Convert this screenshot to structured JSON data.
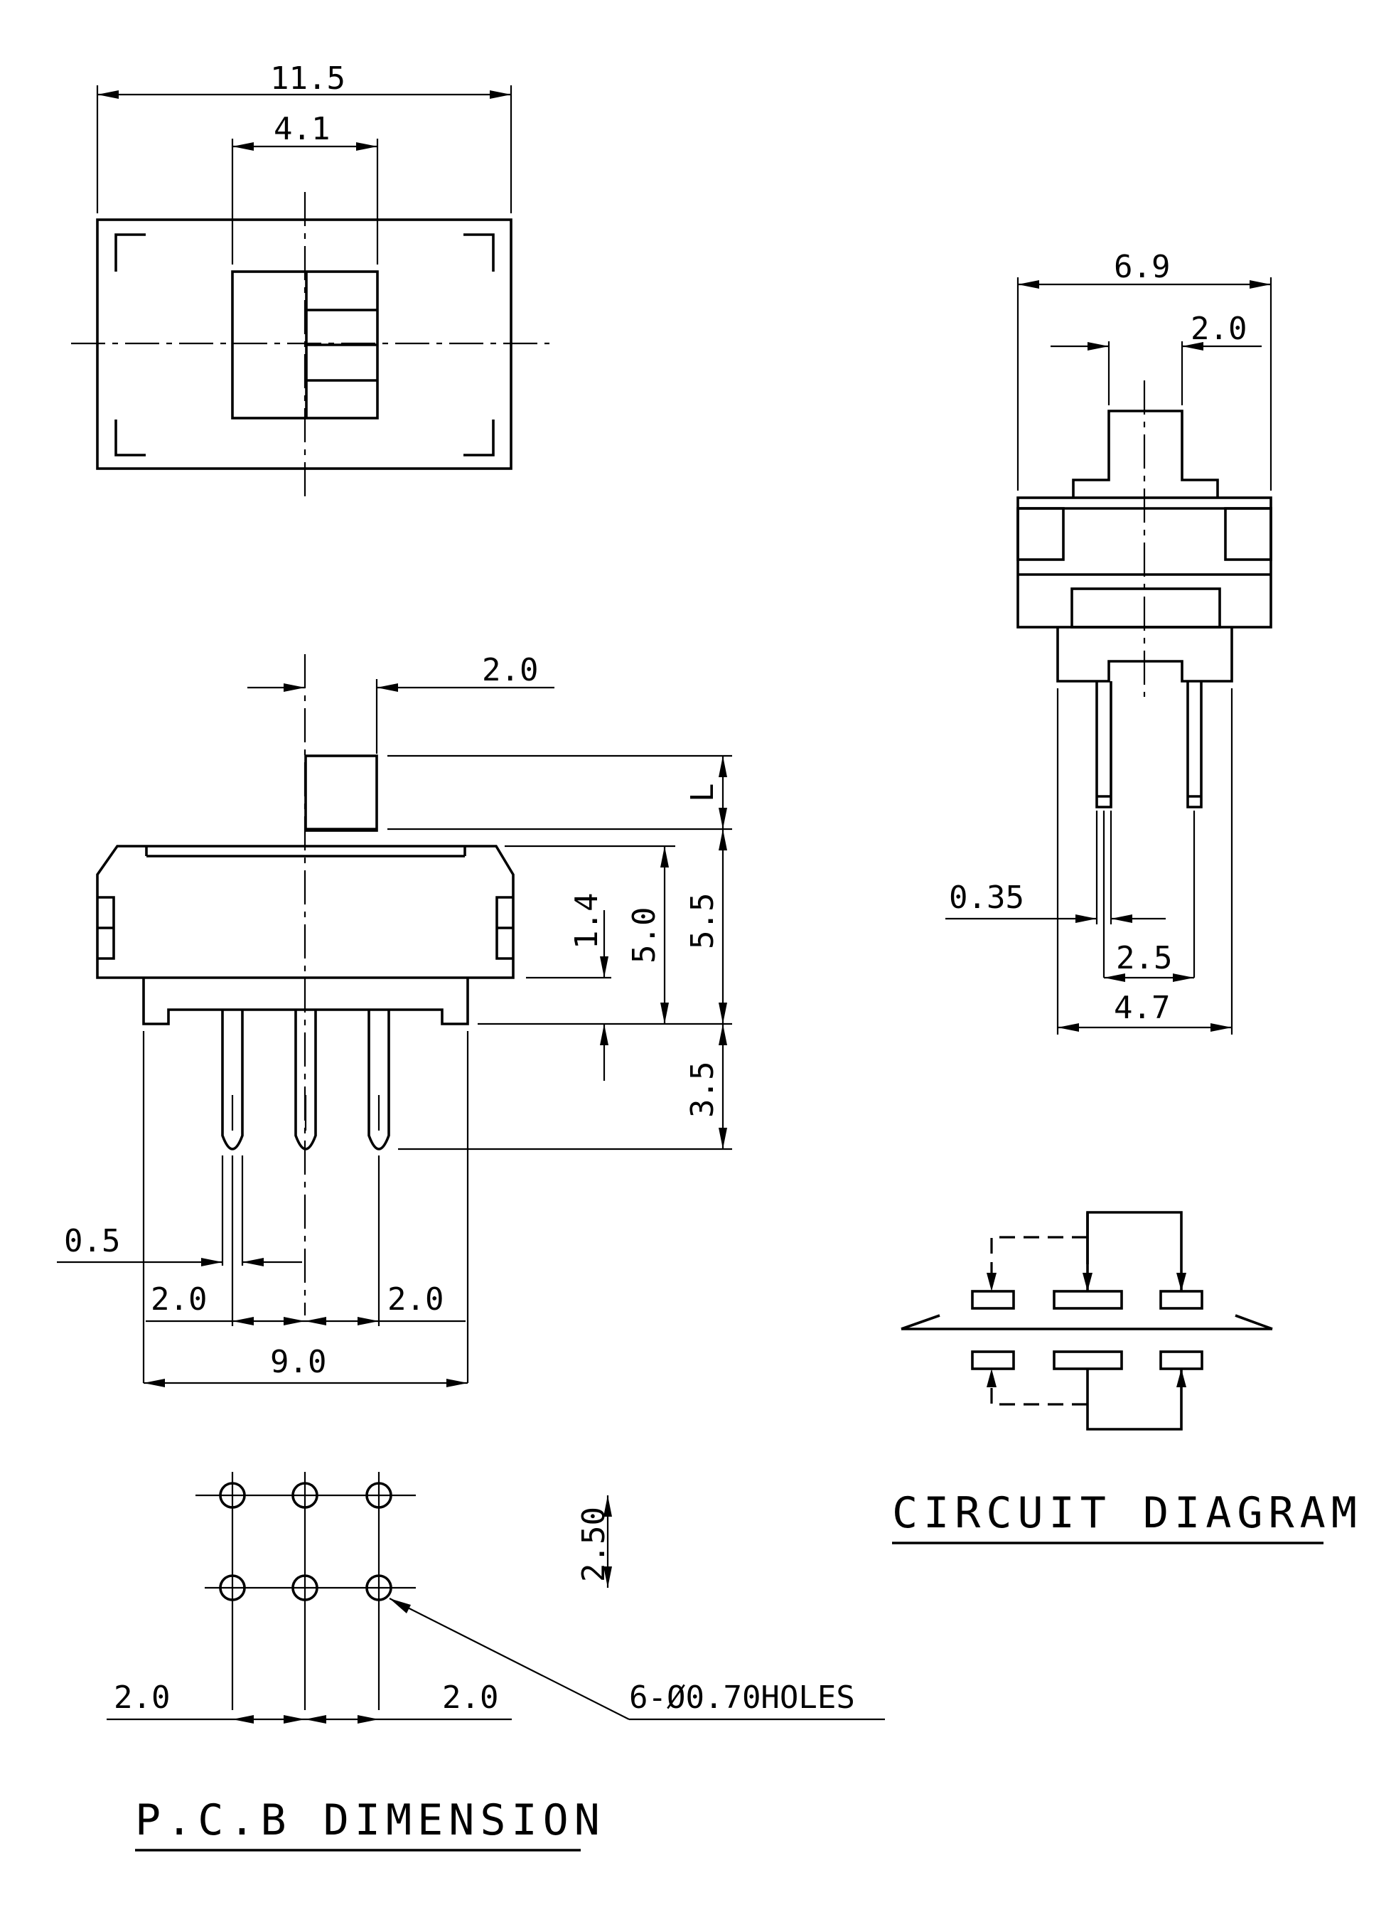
{
  "views": {
    "top": {
      "dims": {
        "overall_width": "11.5",
        "actuator_width": "4.1"
      }
    },
    "side": {
      "dims": {
        "actuator_offset": "2.0",
        "actuator_height": "L",
        "body_height": "5.5",
        "housing_height": "5.0",
        "standoff": "1.4",
        "pin_length": "3.5",
        "pin_width": "0.5",
        "pitch_left": "2.0",
        "pitch_right": "2.0",
        "pin_span": "9.0"
      }
    },
    "end": {
      "dims": {
        "overall_depth": "6.9",
        "actuator_depth": "2.0",
        "pin_thickness": "0.35",
        "row_pitch": "2.5",
        "base_depth": "4.7"
      }
    },
    "pcb": {
      "dims": {
        "row_pitch": "2.50",
        "pitch_left": "2.0",
        "pitch_right": "2.0",
        "hole_callout": "6-Ø0.70HOLES"
      },
      "title": "P.C.B DIMENSION"
    },
    "circuit": {
      "title": "CIRCUIT DIAGRAM"
    }
  }
}
